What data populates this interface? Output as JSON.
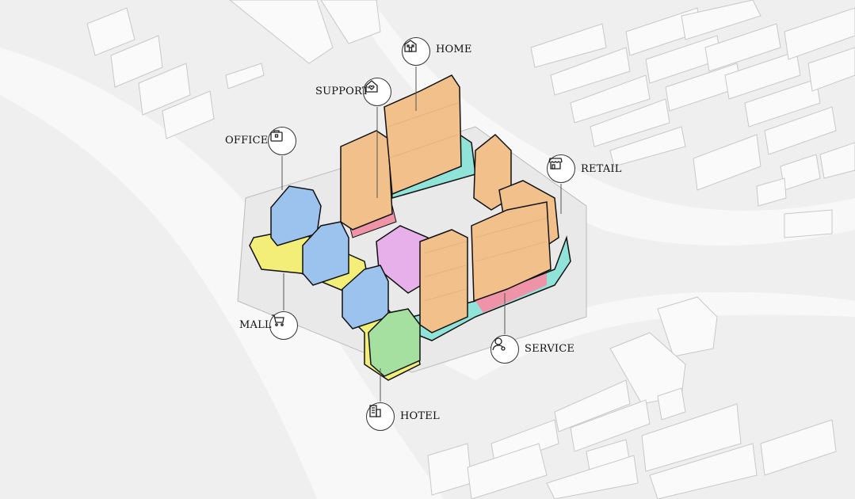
{
  "labels": {
    "home": "HOME",
    "support": "SUPPORT",
    "office": "OFFICE",
    "retail": "RETAIL",
    "mall": "MALL",
    "service": "SERVICE",
    "hotel": "HOTEL"
  },
  "colors": {
    "home": "#f2c08a",
    "support": "#ef94a8",
    "office": "#9cc2ee",
    "retail": "#8fe3d8",
    "mall": "#f2ee78",
    "service": "#ef94a8",
    "hotel": "#a6e0a0",
    "center": "#e7b0ea"
  }
}
